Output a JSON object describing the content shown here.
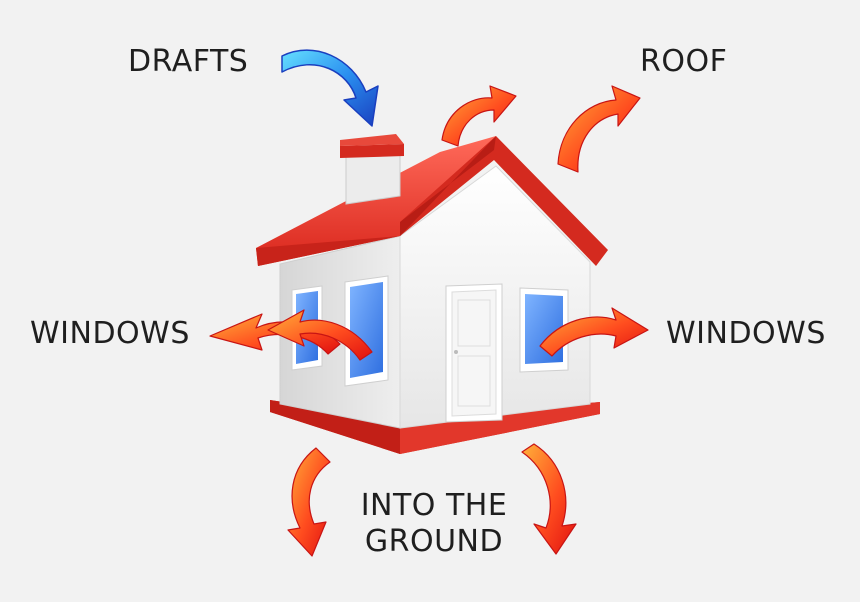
{
  "labels": {
    "drafts": "DRAFTS",
    "roof": "ROOF",
    "windows_left": "WINDOWS",
    "windows_right": "WINDOWS",
    "ground_line1": "INTO THE",
    "ground_line2": "GROUND"
  },
  "icons": {
    "house": "house-icon",
    "cold_arrow": "blue-arrow-icon",
    "heat_arrow": "red-arrow-icon"
  },
  "colors": {
    "background": "#f2f2f2",
    "roof": "#e83a2c",
    "walls": "#f4f4f4",
    "window_glass": "#4f8fe6",
    "heat_arrow": "#ff3b1f",
    "heat_arrow_light": "#ffb13a",
    "cold_arrow": "#1f6fe0",
    "cold_arrow_light": "#66e0ff"
  }
}
